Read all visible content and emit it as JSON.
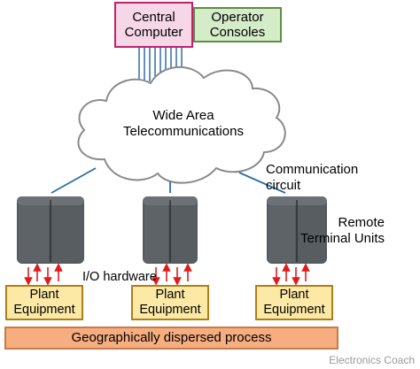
{
  "central_computer": "Central\nComputer",
  "operator_consoles": "Operator\nConsoles",
  "cloud_label": "Wide Area\nTelecommunications",
  "communication_circuit": "Communication\ncircuit",
  "rtu_label": "Remote\nTerminal Units",
  "io_hardware": "I/O hardware",
  "plant_equipment": [
    "Plant\nEquipment",
    "Plant\nEquipment",
    "Plant\nEquipment"
  ],
  "process": "Geographically dispersed process",
  "watermark": "Electronics Coach",
  "colors": {
    "central_fill": "#f6d7e8",
    "operator_fill": "#d5ecc9",
    "plant_fill": "#fce9a6",
    "process_fill": "#f6ad80",
    "link_lines": "#2e6da4",
    "arrows": "#e11b1b",
    "rtu_body": "#555a5f"
  }
}
